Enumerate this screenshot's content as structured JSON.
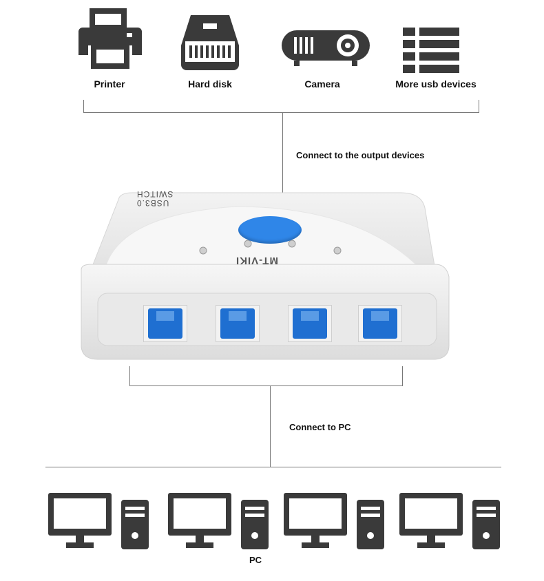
{
  "devices": [
    {
      "label": "Printer",
      "icon": "printer-icon"
    },
    {
      "label": "Hard disk",
      "icon": "hard-disk-icon"
    },
    {
      "label": "Camera",
      "icon": "projector-camera-icon"
    },
    {
      "label": "More usb devices",
      "icon": "list-icon"
    }
  ],
  "connections": {
    "output_label": "Connect to the output devices",
    "pc_label": "Connect to PC"
  },
  "switch": {
    "brand": "MT-VIKI",
    "model_line1": "USB3.0",
    "model_line2": "SWITCH",
    "port_count": 4
  },
  "pc_label": "PC",
  "colors": {
    "icon": "#3a3a3a",
    "port_blue": "#1f6fd1",
    "button_blue": "#2f86e8",
    "line": "#777777"
  }
}
